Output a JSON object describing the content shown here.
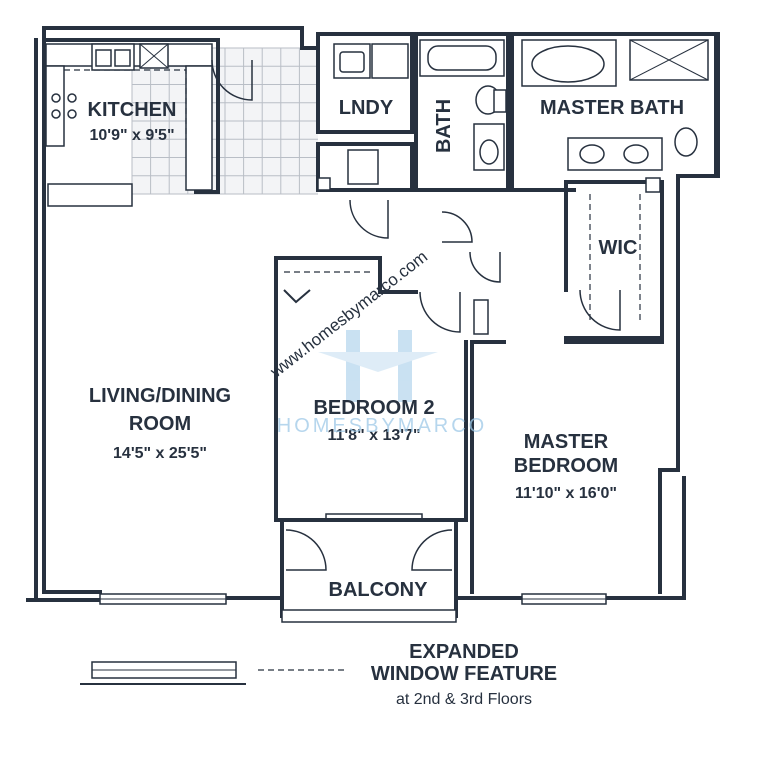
{
  "rooms": {
    "kitchen": {
      "name": "KITCHEN",
      "dims": "10'9\" x 9'5\""
    },
    "laundry": {
      "name": "LNDY"
    },
    "bath": {
      "name": "BATH"
    },
    "master_bath": {
      "name": "MASTER BATH"
    },
    "wic": {
      "name": "WIC"
    },
    "living": {
      "name_line1": "LIVING/DINING",
      "name_line2": "ROOM",
      "dims": "14'5\" x 25'5\""
    },
    "bedroom2": {
      "name": "BEDROOM 2",
      "dims": "11'8\" x 13'7\""
    },
    "master_bedroom": {
      "name_line1": "MASTER",
      "name_line2": "BEDROOM",
      "dims": "11'10\" x 16'0\""
    },
    "balcony": {
      "name": "BALCONY"
    }
  },
  "legend": {
    "line1": "EXPANDED",
    "line2": "WINDOW FEATURE",
    "line3": "at 2nd & 3rd Floors"
  },
  "watermark": {
    "url": "www.homesbymarco.com",
    "brand": "HOMESBYMARCO",
    "color": "#9ec9e8"
  },
  "colors": {
    "wall": "#27313f",
    "tile": "#b9bec6",
    "background": "#ffffff"
  }
}
